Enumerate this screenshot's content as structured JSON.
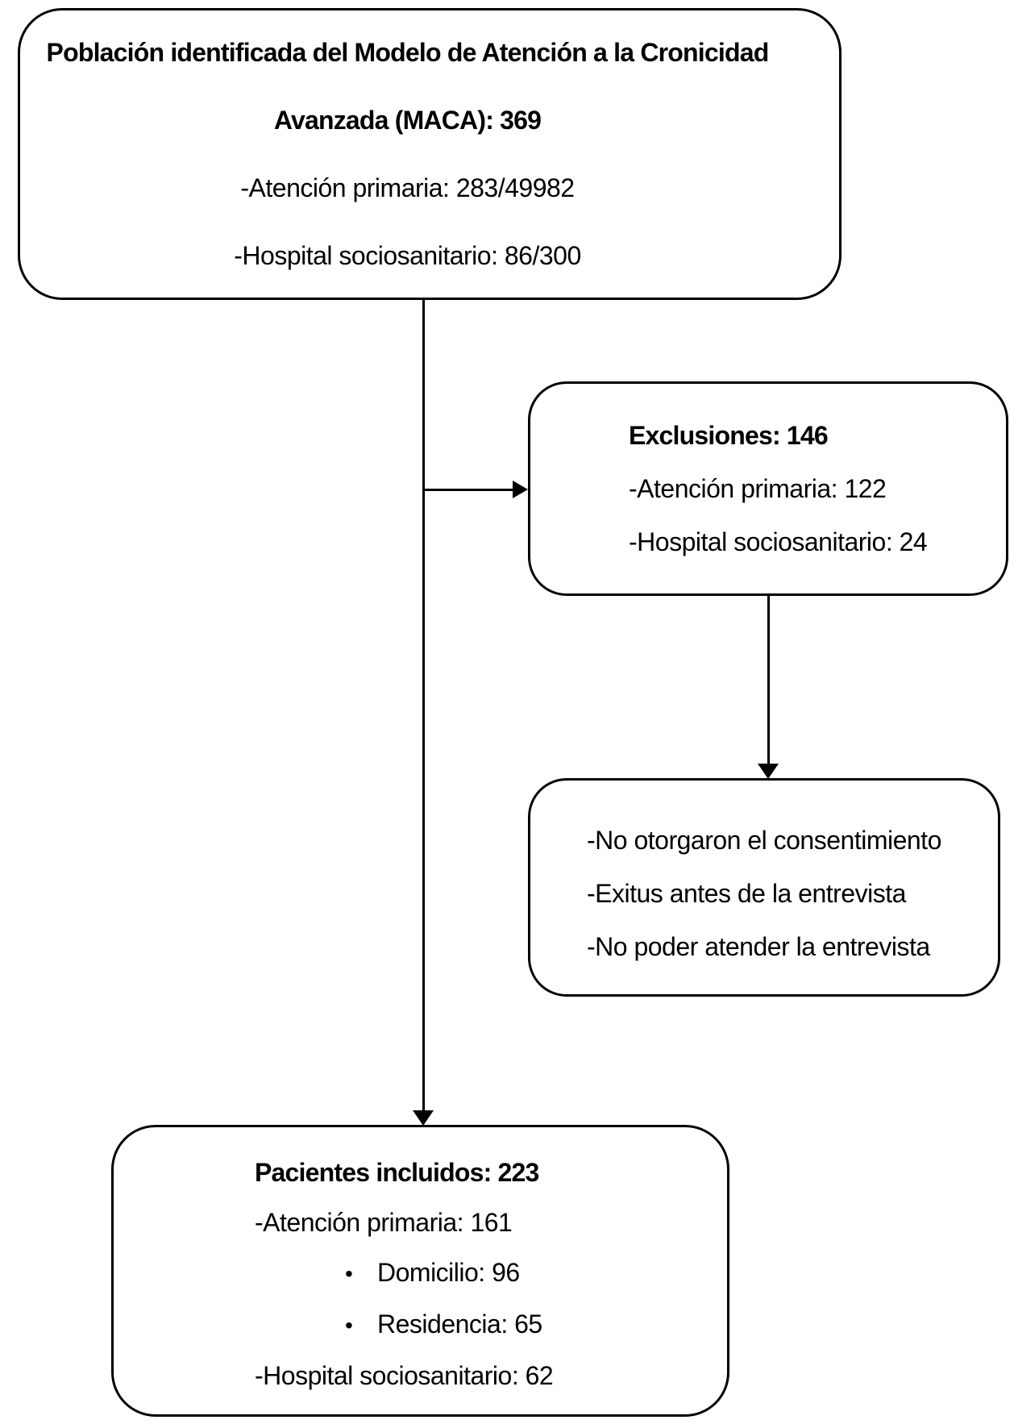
{
  "colors": {
    "ink": "#000000",
    "background": "#ffffff"
  },
  "population_box": {
    "heading_line1": "Población identificada del Modelo de Atención a la Cronicidad",
    "heading_line2": "Avanzada (MACA): 369",
    "items": [
      "-Atención primaria: 283/49982",
      "-Hospital sociosanitario: 86/300"
    ]
  },
  "exclusions_box": {
    "heading": "Exclusiones: 146",
    "items": [
      "-Atención primaria: 122",
      "-Hospital sociosanitario: 24"
    ]
  },
  "reasons_box": {
    "items": [
      "-No otorgaron el consentimiento",
      "-Exitus antes de la entrevista",
      "-No poder atender la entrevista"
    ]
  },
  "included_box": {
    "heading": "Pacientes incluidos: 223",
    "item_primary": "-Atención primaria: 161",
    "bullet_glyph": "•",
    "bullet_items": [
      "Domicilio: 96",
      "Residencia: 65"
    ],
    "item_hospital": "-Hospital sociosanitario: 62"
  }
}
